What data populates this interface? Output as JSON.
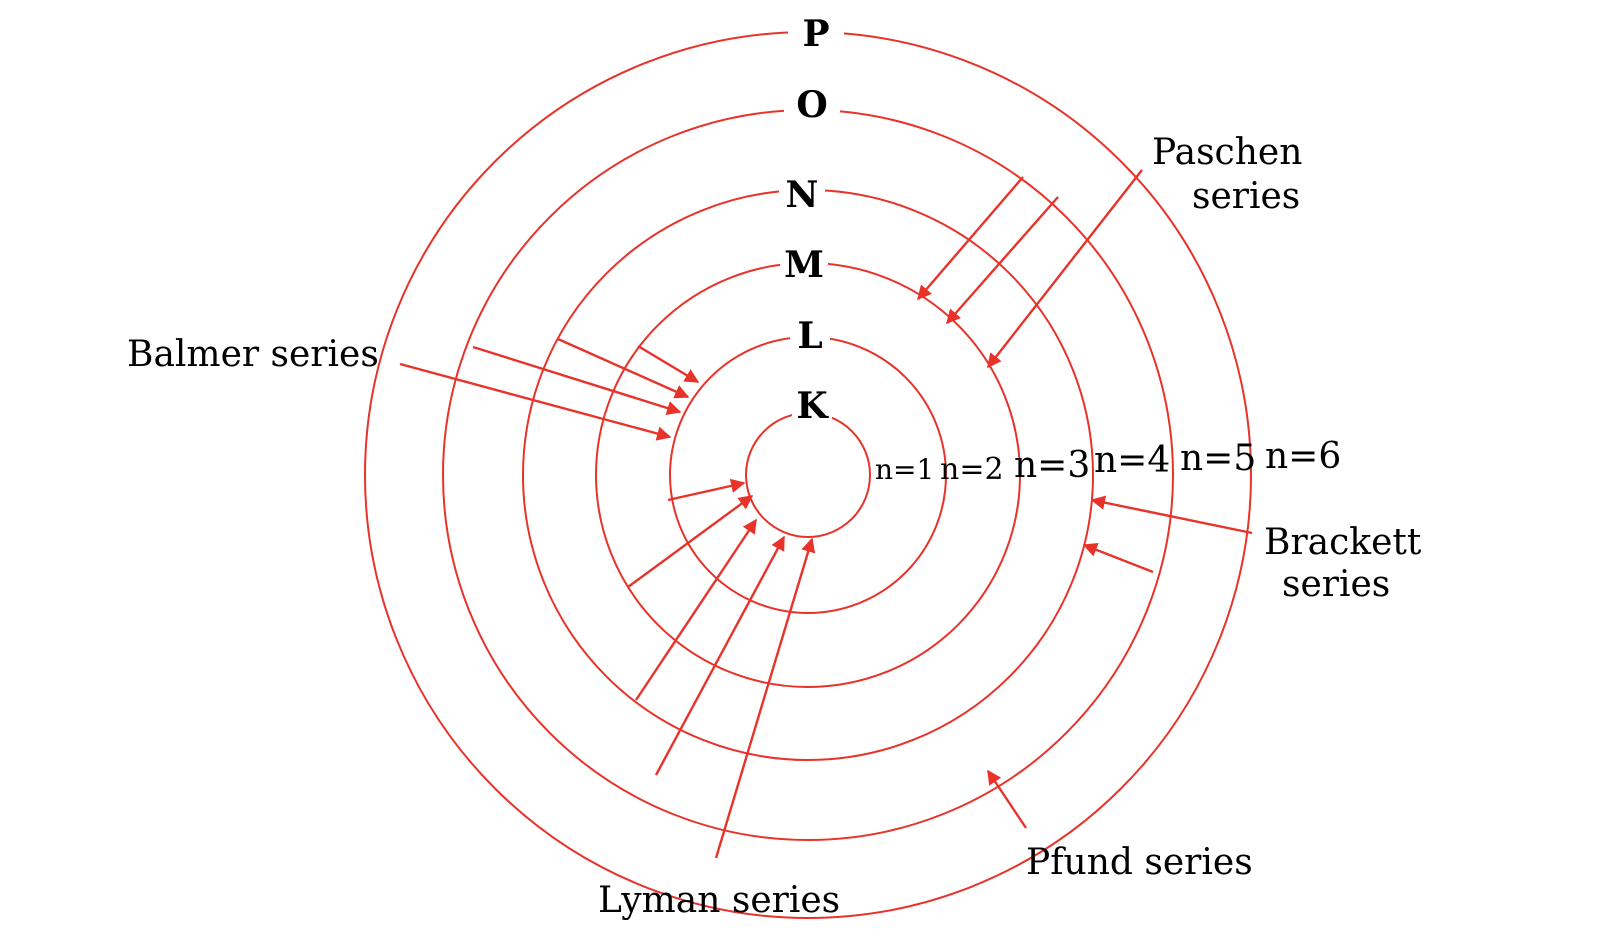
{
  "shells": [
    "K",
    "L",
    "M",
    "N",
    "O",
    "P"
  ],
  "levels": [
    "n=1",
    "n=2",
    "n=3",
    "n=4",
    "n=5",
    "n=6"
  ],
  "series": {
    "lyman": "Lyman series",
    "balmer": "Balmer series",
    "paschen_1": "Paschen",
    "paschen_2": "series",
    "brackett_1": "Brackett",
    "brackett_2": "series",
    "pfund": "Pfund series"
  },
  "colors": {
    "orbit": "#e8332a",
    "text": "#000000"
  }
}
